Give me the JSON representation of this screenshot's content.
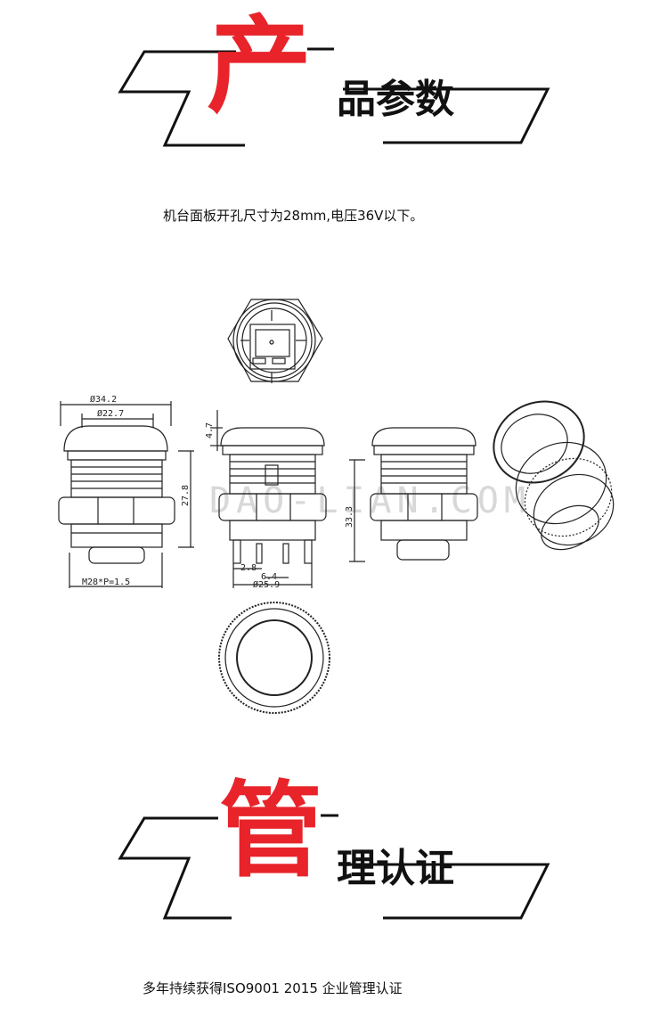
{
  "section1": {
    "big_char": "产",
    "rest_title": "品参数",
    "note": "机台面板开孔尺寸为28mm,电压36V以下。"
  },
  "drawing": {
    "watermark": "DAO-LIAN.COM",
    "dims": {
      "d1": "Ø34.2",
      "d2": "Ø22.7",
      "h1": "27.8",
      "thread": "M28*P=1.5",
      "cap": "4.7",
      "p1": "2.8",
      "p2": "6.4",
      "d3": "Ø25.9",
      "h2": "33.3"
    }
  },
  "section2": {
    "big_char": "管",
    "rest_title": "理认证",
    "note": "多年持续获得ISO9001 2015 企业管理认证"
  },
  "colors": {
    "accent": "#e8232a",
    "line": "#222222"
  }
}
